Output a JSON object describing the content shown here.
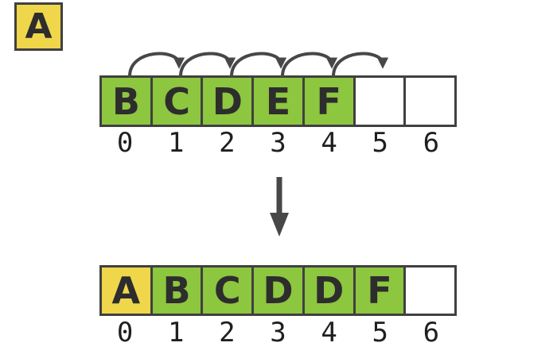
{
  "inserted_item": {
    "letter": "A"
  },
  "colors": {
    "green": "#8dc63f",
    "yellow": "#f0d64b",
    "empty": "#ffffff",
    "border": "#404040",
    "arrow": "#474747",
    "text": "#2d2d2d"
  },
  "top_array": {
    "cells": [
      {
        "letter": "B",
        "fill": "#8dc63f"
      },
      {
        "letter": "C",
        "fill": "#8dc63f"
      },
      {
        "letter": "D",
        "fill": "#8dc63f"
      },
      {
        "letter": "E",
        "fill": "#8dc63f"
      },
      {
        "letter": "F",
        "fill": "#8dc63f"
      },
      {
        "letter": "",
        "fill": "#ffffff"
      },
      {
        "letter": "",
        "fill": "#ffffff"
      }
    ],
    "indices": [
      "0",
      "1",
      "2",
      "3",
      "4",
      "5",
      "6"
    ]
  },
  "bottom_array": {
    "cells": [
      {
        "letter": "A",
        "fill": "#f0d64b"
      },
      {
        "letter": "B",
        "fill": "#8dc63f"
      },
      {
        "letter": "C",
        "fill": "#8dc63f"
      },
      {
        "letter": "D",
        "fill": "#8dc63f"
      },
      {
        "letter": "D",
        "fill": "#8dc63f"
      },
      {
        "letter": "F",
        "fill": "#8dc63f"
      },
      {
        "letter": "",
        "fill": "#ffffff"
      }
    ],
    "indices": [
      "0",
      "1",
      "2",
      "3",
      "4",
      "5",
      "6"
    ]
  }
}
